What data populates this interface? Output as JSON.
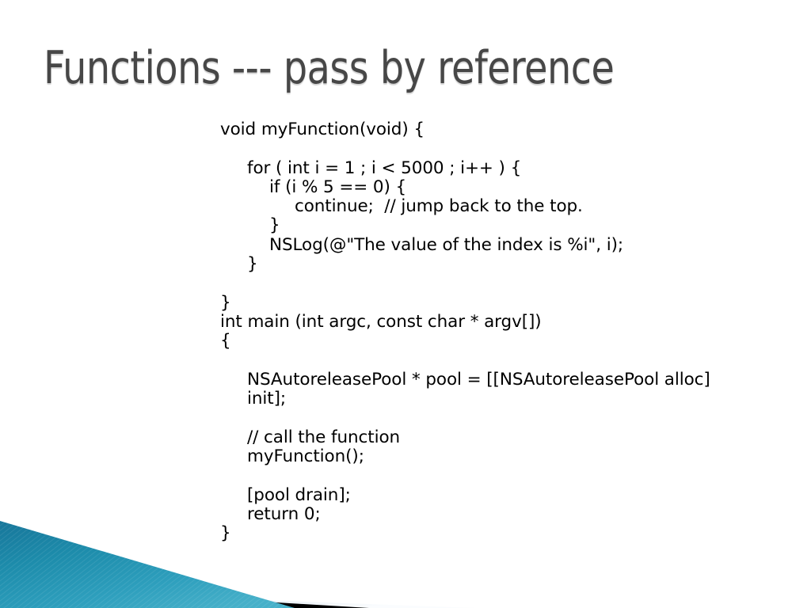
{
  "slide": {
    "title": "Functions --- pass by reference",
    "title_color": "#474747",
    "background_color": "#ffffff",
    "body_text_color": "#000000"
  },
  "code": {
    "language": "objective-c",
    "lines": [
      {
        "id": "l1",
        "indent": 0,
        "text": "void myFunction(void) {"
      },
      {
        "id": "l2",
        "indent": 0,
        "text": ""
      },
      {
        "id": "l3",
        "indent": 1,
        "text": "for ( int i = 1 ; i < 5000 ; i++ ) {"
      },
      {
        "id": "l4",
        "indent": 2,
        "text": "if (i % 5 == 0) {"
      },
      {
        "id": "l5",
        "indent": 3,
        "text": "continue;  // jump back to the top."
      },
      {
        "id": "l6",
        "indent": 2,
        "text": "}"
      },
      {
        "id": "l7",
        "indent": 2,
        "text": "NSLog(@\"The value of the index is %i\", i);"
      },
      {
        "id": "l8",
        "indent": 1,
        "text": "}"
      },
      {
        "id": "l9",
        "indent": 0,
        "text": ""
      },
      {
        "id": "l10",
        "indent": 0,
        "text": "}"
      },
      {
        "id": "l11",
        "indent": 0,
        "text": "int main (int argc, const char * argv[])"
      },
      {
        "id": "l12",
        "indent": 0,
        "text": "{"
      },
      {
        "id": "l13",
        "indent": 0,
        "text": ""
      },
      {
        "id": "l14",
        "indent": 1,
        "text": "NSAutoreleasePool * pool = [[NSAutoreleasePool alloc]"
      },
      {
        "id": "l15",
        "indent": 1,
        "text": "init];"
      },
      {
        "id": "l16",
        "indent": 0,
        "text": ""
      },
      {
        "id": "l17",
        "indent": 1,
        "text": "// call the function"
      },
      {
        "id": "l18",
        "indent": 1,
        "text": "myFunction();"
      },
      {
        "id": "l19",
        "indent": 0,
        "text": ""
      },
      {
        "id": "l20",
        "indent": 1,
        "text": "[pool drain];"
      },
      {
        "id": "l21",
        "indent": 1,
        "text": "return 0;"
      },
      {
        "id": "l22",
        "indent": 0,
        "text": "}"
      }
    ]
  },
  "decoration": {
    "name": "bottom-left-diagonal-bands",
    "bands": [
      {
        "name": "teal-triangle",
        "color_top": "#1a7e9e",
        "color_mid": "#1d8fae",
        "color_bottom": "#44aec8"
      },
      {
        "name": "black-stripe",
        "color": "#000000"
      },
      {
        "name": "pale-blue-stripe",
        "color_start": "#dbe6ee",
        "color_end": "#f4f8fb"
      }
    ]
  }
}
